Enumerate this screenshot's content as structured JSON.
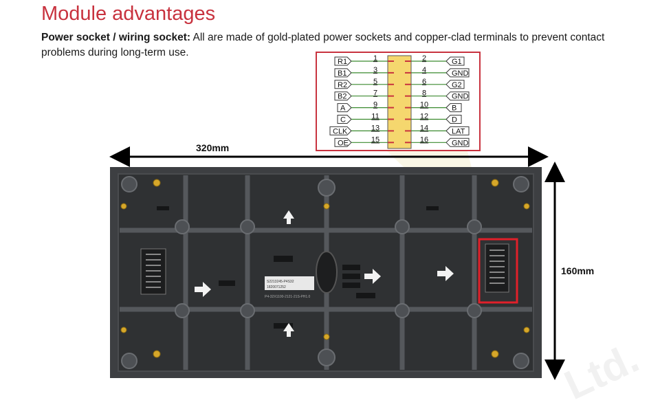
{
  "title": "Module advantages",
  "description": {
    "bold": "Power socket / wiring socket:",
    "text": " All are made of gold-plated power sockets and copper-clad terminals to prevent contact problems during long-term use."
  },
  "pinout": {
    "left": [
      {
        "label": "R1",
        "pin": "1"
      },
      {
        "label": "B1",
        "pin": "3"
      },
      {
        "label": "R2",
        "pin": "5"
      },
      {
        "label": "B2",
        "pin": "7"
      },
      {
        "label": "A",
        "pin": "9"
      },
      {
        "label": "C",
        "pin": "11"
      },
      {
        "label": "CLK",
        "pin": "13"
      },
      {
        "label": "OE",
        "pin": "15"
      }
    ],
    "right": [
      {
        "label": "G1",
        "pin": "2"
      },
      {
        "label": "GND",
        "pin": "4"
      },
      {
        "label": "G2",
        "pin": "6"
      },
      {
        "label": "GND",
        "pin": "8"
      },
      {
        "label": "B",
        "pin": "10"
      },
      {
        "label": "D",
        "pin": "12"
      },
      {
        "label": "LAT",
        "pin": "14"
      },
      {
        "label": "GND",
        "pin": "16"
      }
    ]
  },
  "dimensions": {
    "width": "320mm",
    "height": "160mm"
  },
  "board_labels": {
    "sticker_line1": "S2213245-P4S32",
    "sticker_line2": "1820071252",
    "pcb_text": "P4-32X1100-2121-21S-PH1.0"
  },
  "watermark": "Ltd.",
  "colors": {
    "accent": "#c8323e",
    "connector": "#f5d76e",
    "wire": "#3a8a2e",
    "board": "#3d3f42"
  }
}
